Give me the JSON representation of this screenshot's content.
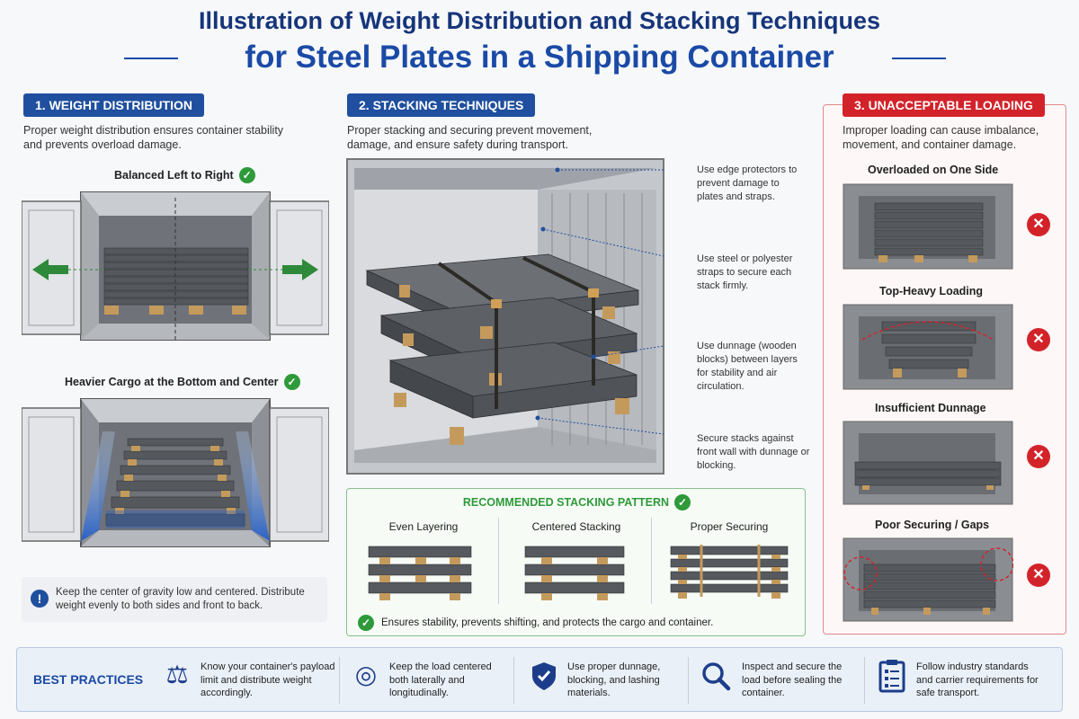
{
  "title_line1": "Illustration of Weight Distribution and Stacking Techniques",
  "title_line2": "for Steel Plates in a Shipping Container",
  "section1": {
    "header": "1. WEIGHT DISTRIBUTION",
    "description": "Proper weight distribution ensures container stability and prevents overload damage.",
    "sub1": "Balanced Left to Right",
    "sub2": "Heavier Cargo at the Bottom and Center",
    "note": "Keep the center of gravity low and centered. Distribute weight evenly to both sides and front to back."
  },
  "section2": {
    "header": "2. STACKING TECHNIQUES",
    "description": "Proper stacking and securing prevent movement, damage, and ensure safety during transport.",
    "callouts": [
      "Use edge protectors to prevent damage to plates and straps.",
      "Use steel or polyester straps to secure each stack firmly.",
      "Use dunnage (wooden blocks) between layers for stability and air circulation.",
      "Secure stacks against front wall with dunnage or blocking."
    ],
    "pattern": {
      "title": "RECOMMENDED STACKING PATTERN",
      "items": [
        "Even Layering",
        "Centered Stacking",
        "Proper Securing"
      ],
      "footer": "Ensures stability, prevents shifting, and protects the cargo and container."
    }
  },
  "section3": {
    "header": "3. UNACCEPTABLE LOADING",
    "description": "Improper loading can cause imbalance, movement, and container damage.",
    "items": [
      "Overloaded on One Side",
      "Top-Heavy Loading",
      "Insufficient Dunnage",
      "Poor Securing / Gaps"
    ]
  },
  "best_practices": {
    "label": "BEST PRACTICES",
    "items": [
      {
        "icon": "scale-icon",
        "text": "Know your container's payload limit and distribute weight accordingly."
      },
      {
        "icon": "target-icon",
        "text": "Keep the load centered both laterally and longitudinally."
      },
      {
        "icon": "shield-check-icon",
        "text": "Use proper dunnage, blocking, and lashing materials."
      },
      {
        "icon": "magnifier-icon",
        "text": "Inspect and secure the load before sealing the container."
      },
      {
        "icon": "checklist-icon",
        "text": "Follow industry standards and carrier requirements for safe transport."
      }
    ]
  },
  "colors": {
    "navy": "#16357a",
    "blue": "#1a4aa6",
    "pill_blue": "#1f4f9e",
    "red": "#d3232a",
    "green": "#2e9a3a"
  }
}
